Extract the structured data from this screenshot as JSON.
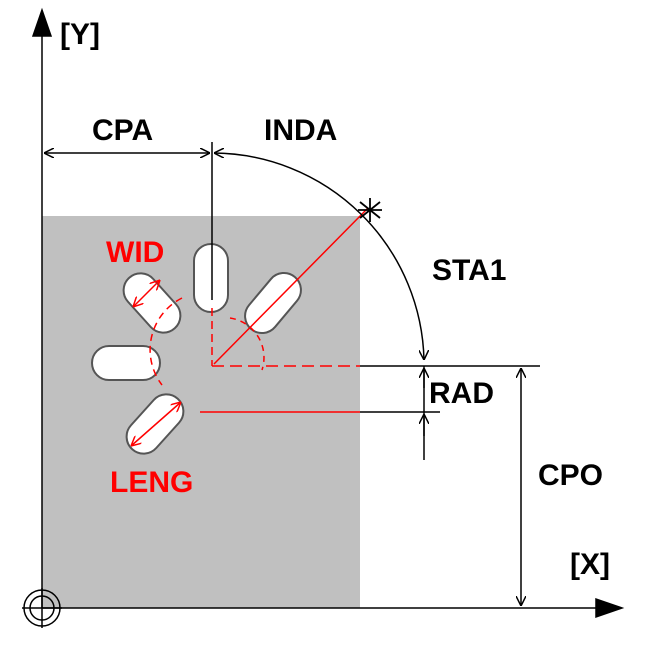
{
  "axes": {
    "y_label": "[Y]",
    "x_label": "[X]"
  },
  "dimensions": {
    "cpa": "CPA",
    "inda": "INDA",
    "sta1": "STA1",
    "rad": "RAD",
    "cpo": "CPO"
  },
  "slot_labels": {
    "wid": "WID",
    "leng": "LENG"
  },
  "colors": {
    "background": "#ffffff",
    "workpiece": "#c0c0c0",
    "slot_fill": "#ffffff",
    "dimension": "#000000",
    "annotation": "#ff0000"
  },
  "icons": {
    "origin": "origin-crosshair-icon"
  }
}
